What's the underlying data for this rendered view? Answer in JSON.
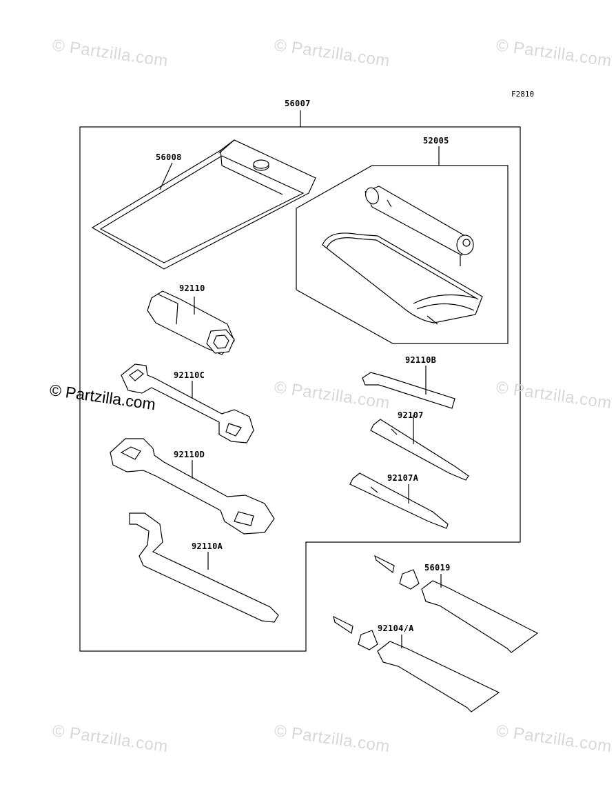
{
  "figure_code": "F2810",
  "watermarks": [
    "© Partzilla.com",
    "© Partzilla.com",
    "© Partzilla.com",
    "© Partzilla.com",
    "© Partzilla.com",
    "© Partzilla.com",
    "© Partzilla.com",
    "© Partzilla.com",
    "© Partzilla.com"
  ],
  "watermark_bold": "© Partzilla.com",
  "parts": {
    "toolkit": "56007",
    "tool_bag": "56008",
    "pump_set": "52005",
    "plug_wrench": "92110",
    "wrench_small": "92110C",
    "wrench_large": "92110D",
    "hook_wrench": "92110A",
    "hex_key": "92110B",
    "screwdriver_1": "92107",
    "screwdriver_2": "92107A",
    "tube_1": "56019",
    "tube_2": "92104/A"
  }
}
